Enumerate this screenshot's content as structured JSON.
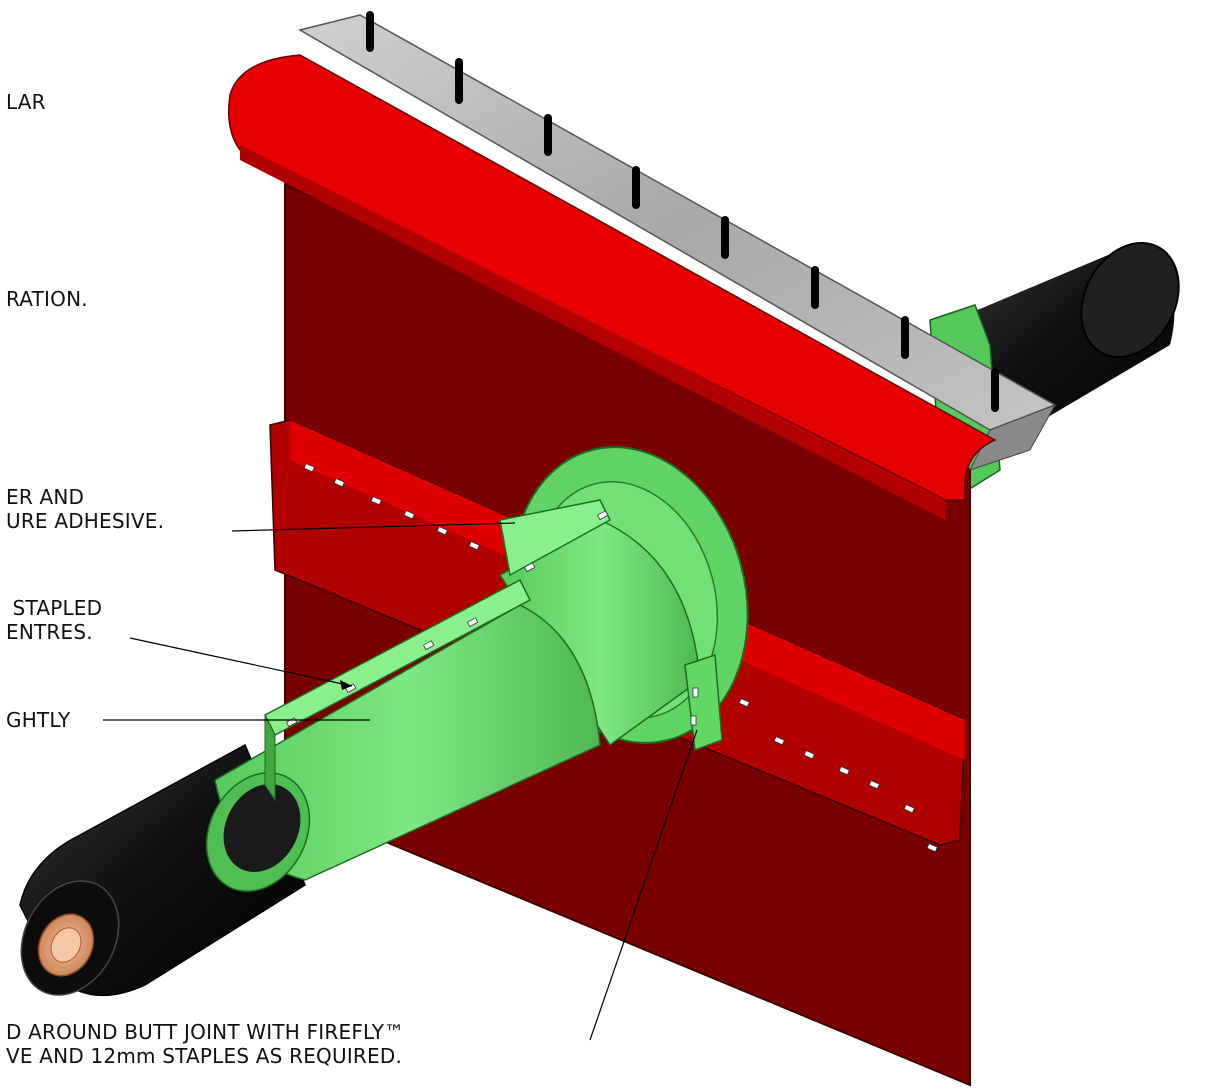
{
  "callouts": {
    "c1": {
      "lines": [
        "LAR"
      ]
    },
    "c2": {
      "lines": [
        "RATION."
      ]
    },
    "c3": {
      "lines": [
        "ER AND",
        "URE ADHESIVE."
      ]
    },
    "c4": {
      "lines": [
        " STAPLED",
        "ENTRES."
      ]
    },
    "c5": {
      "lines": [
        "GHTLY"
      ]
    },
    "c6": {
      "lines": [
        "D AROUND BUTT JOINT WITH FIREFLY™",
        "VE AND 12mm STAPLES AS REQUIRED."
      ]
    }
  },
  "colors": {
    "panel_red": "#7a0000",
    "trim_red": "#e60000",
    "sleeve_green": "#66d96a",
    "pipe_black": "#1a1a1a",
    "steel_grey": "#b8b8b8",
    "copper": "#e59a6a"
  }
}
